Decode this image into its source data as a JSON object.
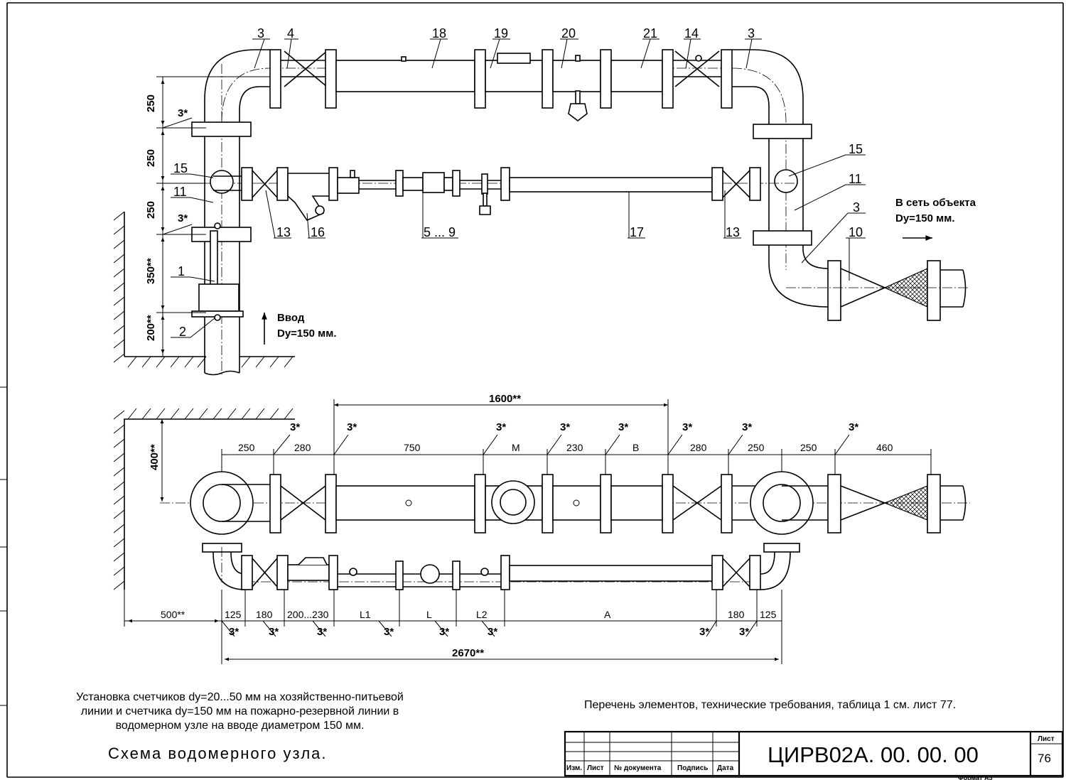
{
  "top_view": {
    "callouts": [
      "3",
      "4",
      "18",
      "19",
      "20",
      "21",
      "14",
      "3",
      "15",
      "11",
      "13",
      "16",
      "5 ... 9",
      "17",
      "13",
      "15",
      "11",
      "3",
      "10",
      "1",
      "2"
    ],
    "dims_vertical": [
      "250",
      "250",
      "250",
      "350**",
      "200**"
    ],
    "marks_3star": [
      "3*",
      "3*"
    ],
    "inlet_title": "Ввод",
    "inlet_size": "Dy=150 мм.",
    "outlet_title": "В сеть объекта",
    "outlet_size": "Dy=150 мм."
  },
  "bottom_view": {
    "dim_overall_top": "1600**",
    "dim_wall": "400**",
    "top_row_dims": [
      "250",
      "280",
      "750",
      "M",
      "230",
      "B",
      "280",
      "250",
      "250",
      "460"
    ],
    "top_row_marks": [
      "3*",
      "3*",
      "3*",
      "3*",
      "3*",
      "3*",
      "3*",
      "3*"
    ],
    "bottom_row_dims": [
      "500**",
      "125",
      "180",
      "200...230",
      "L1",
      "L",
      "L2",
      "A",
      "180",
      "125"
    ],
    "bottom_row_marks": [
      "3*",
      "3*",
      "3*",
      "3*",
      "3*",
      "3*",
      "3*",
      "3*"
    ],
    "dim_overall_bottom": "2670**"
  },
  "description": {
    "line1": "Установка счетчиков dy=20...50 мм на хозяйственно-питьевой",
    "line2": "линии и счетчика dy=150 мм на пожарно-резервной линии в",
    "line3": "водомерном узле на вводе диаметром 150 мм."
  },
  "drawing_title": "Схема водомерного узла.",
  "reference_note": "Перечень элементов, технические требования, таблица 1 см. лист 77.",
  "title_block": {
    "headers": [
      "Изм.",
      "Лист",
      "№ документа",
      "Подпись",
      "Дата"
    ],
    "code": "ЦИРВ02А. 00. 00. 00",
    "sheet_label": "Лист",
    "sheet_number": "76",
    "format": "Формат А3"
  }
}
